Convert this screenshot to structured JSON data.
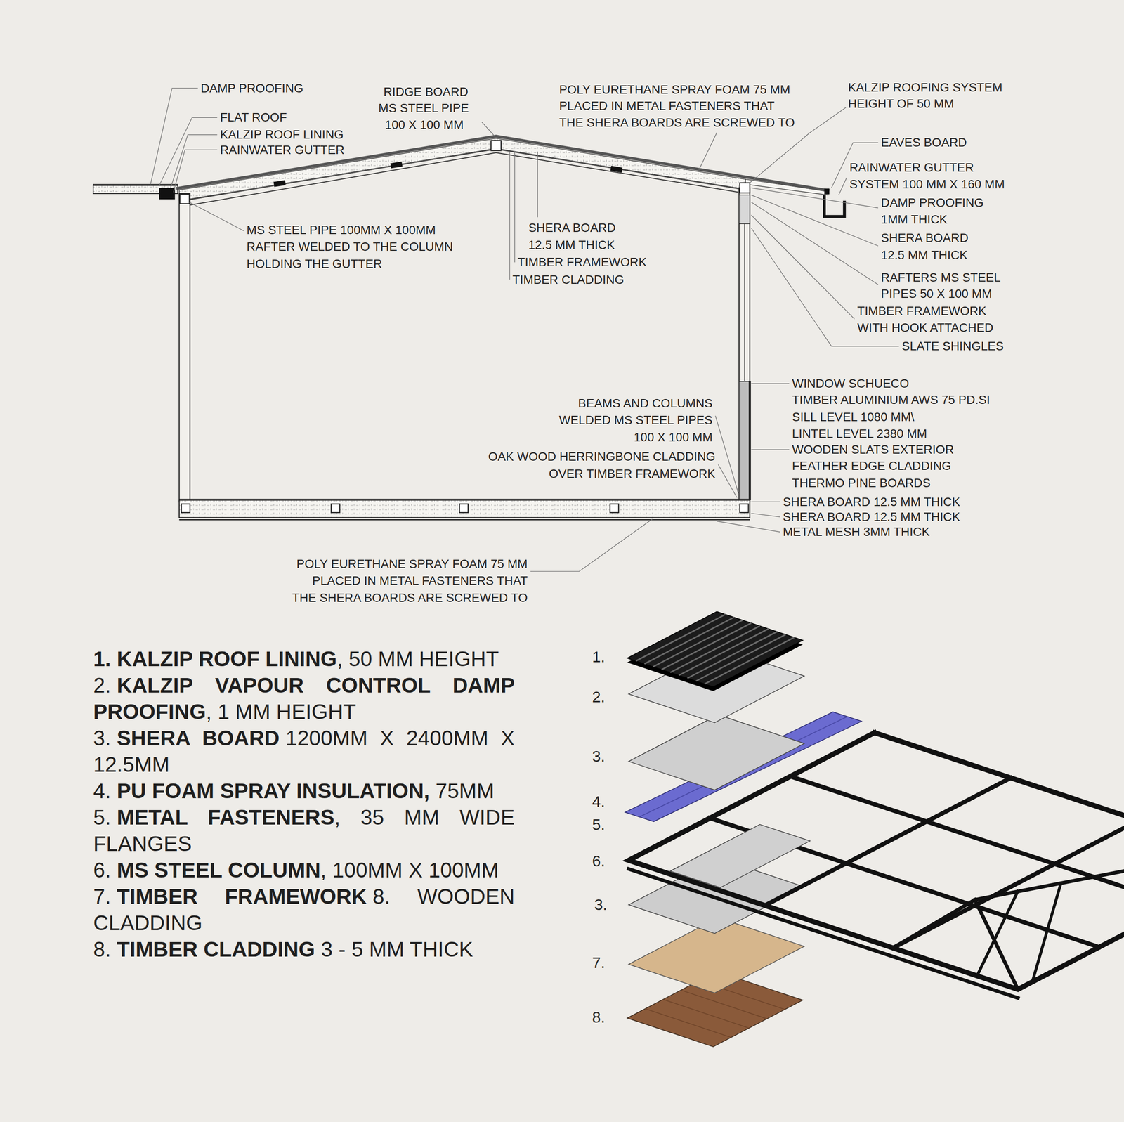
{
  "diagram": {
    "labels": [
      "DAMP PROOFING",
      "FLAT ROOF",
      "KALZIP ROOF LINING",
      "RAINWATER GUTTER",
      "RIDGE BOARD",
      "MS STEEL PIPE",
      "100 X 100 MM",
      "POLY EURETHANE SPRAY FOAM 75 MM",
      "PLACED IN METAL FASTENERS THAT",
      "THE SHERA BOARDS ARE SCREWED TO",
      "KALZIP ROOFING SYSTEM",
      "HEIGHT OF 50 MM",
      "EAVES BOARD",
      "RAINWATER GUTTER",
      "SYSTEM 100 MM X 160 MM",
      "DAMP PROOFING",
      "1MM THICK",
      "SHERA BOARD",
      "12.5 MM THICK",
      "RAFTERS MS STEEL",
      "PIPES 50 X 100 MM",
      "TIMBER FRAMEWORK",
      "WITH HOOK ATTACHED",
      "SLATE SHINGLES",
      "MS STEEL PIPE 100MM X 100MM",
      "RAFTER WELDED TO THE COLUMN",
      "HOLDING THE GUTTER",
      "SHERA BOARD",
      "12.5 MM THICK",
      "TIMBER FRAMEWORK",
      "TIMBER CLADDING",
      "WINDOW SCHUECO",
      "TIMBER ALUMINIUM AWS 75 PD.SI",
      "SILL LEVEL 1080 MM\\",
      "LINTEL LEVEL 2380 MM",
      "WOODEN SLATS EXTERIOR",
      "FEATHER EDGE CLADDING",
      "THERMO PINE BOARDS",
      "SHERA BOARD 12.5 MM THICK",
      "SHERA BOARD 12.5 MM THICK",
      "METAL MESH 3MM THICK",
      "BEAMS AND COLUMNS",
      "WELDED MS STEEL PIPES",
      "100 X 100 MM",
      "OAK WOOD HERRINGBONE CLADDING",
      "OVER TIMBER FRAMEWORK",
      "POLY EURETHANE SPRAY FOAM 75 MM",
      "PLACED IN METAL FASTENERS THAT",
      "THE SHERA BOARDS ARE SCREWED TO",
      "1.",
      "2.",
      "3.",
      "4.",
      "5.",
      "6.",
      "3.",
      "7.",
      "8.",
      "1.",
      "KALZIP ROOF LINING",
      ", 50 MM HEIGHT",
      "2.",
      "KALZIP VAPOUR CONTROL DAMP PROOFING",
      ", 1 MM HEIGHT",
      "3.",
      "SHERA BOARD",
      "1200MM X 2400MM X 12.5MM",
      "4.",
      "PU FOAM SPRAY INSULATION,",
      "75MM",
      "5.",
      "METAL FASTENERS",
      ", 35 MM WIDE FLANGES",
      "6.",
      "MS STEEL COLUMN",
      ", 100MM X 100MM",
      "7.",
      "TIMBER FRAMEWORK",
      "8. WOODEN CLADDING",
      "8.",
      "TIMBER CLADDING",
      "3 - 5 MM THICK"
    ]
  }
}
